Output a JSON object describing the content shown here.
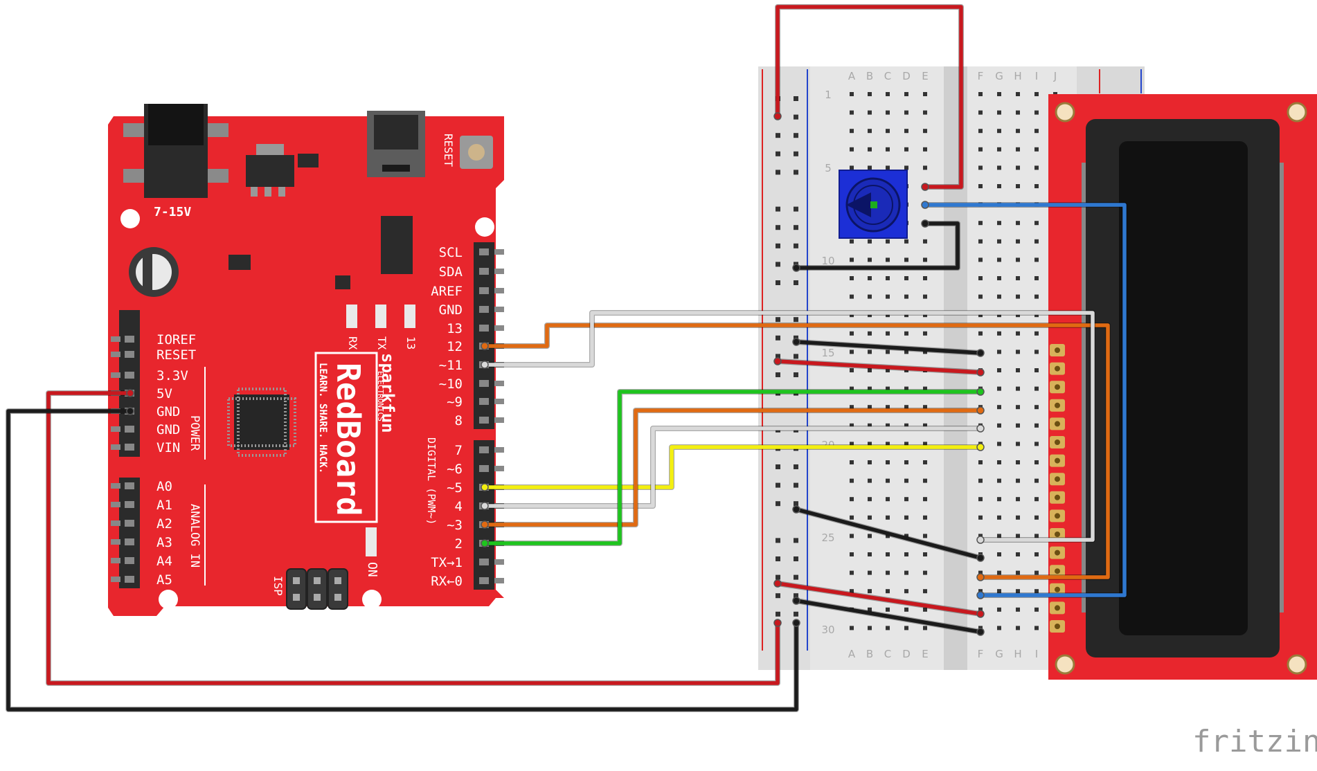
{
  "redboard": {
    "power_jack_label": "7-15V",
    "reset_label": "RESET",
    "led_labels": [
      "RX",
      "TX",
      "13"
    ],
    "brand_word": "sparkfun",
    "brand_sub": "ELECTRONICS",
    "product_logo": "RedBoard",
    "tagline": "LEARN. SHARE. HACK.",
    "isp_label": "ISP",
    "on_label": "ON",
    "power_header_title": "POWER",
    "analog_header_title": "ANALOG IN",
    "digital_header_title": "DIGITAL (PWM~)",
    "power_pins": [
      "IOREF",
      "RESET",
      "3.3V",
      "5V",
      "GND",
      "GND",
      "VIN"
    ],
    "analog_pins": [
      "A0",
      "A1",
      "A2",
      "A3",
      "A4",
      "A5"
    ],
    "digital_upper_pins": [
      "SCL",
      "SDA",
      "AREF",
      "GND",
      "13",
      "12",
      "~11",
      "~10",
      "~9",
      "8"
    ],
    "digital_lower_pins": [
      "7",
      "~6",
      "~5",
      "4",
      "~3",
      "2",
      "TX→1",
      "RX←0"
    ]
  },
  "breadboard": {
    "columns_left": [
      "A",
      "B",
      "C",
      "D",
      "E"
    ],
    "columns_right": [
      "F",
      "G",
      "H",
      "I",
      "J"
    ],
    "row_numbers": [
      "1",
      "5",
      "10",
      "15",
      "20",
      "25",
      "30"
    ]
  },
  "colors": {
    "board_red": "#e8262d",
    "wire_red": "#c8181e",
    "wire_black": "#1b1b1b",
    "wire_blue": "#2f78d0",
    "wire_orange": "#e06a12",
    "wire_green": "#1ec41e",
    "wire_yellow": "#f3ef10",
    "wire_white": "#f2f2f2",
    "pot_blue": "#1c2fd6",
    "lcd_bezel": "#262626"
  },
  "watermark": "fritzing"
}
